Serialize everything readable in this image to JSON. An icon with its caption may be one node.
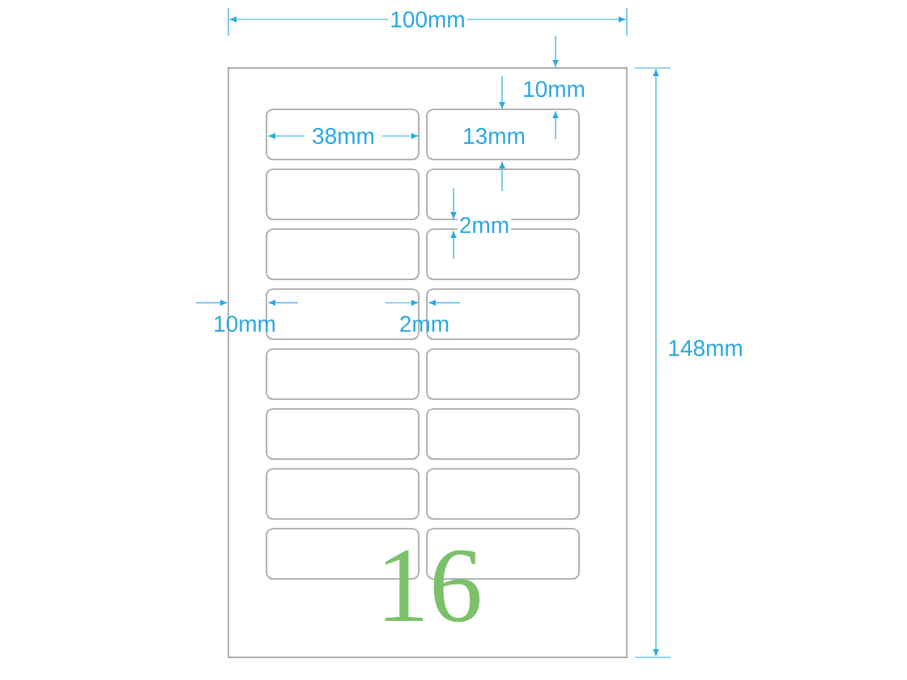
{
  "diagram": {
    "nodes": [
      {
        "text": [],
        "shape": "box"
      },
      {
        "text": [],
        "shape": "box",
        "in": 0
      },
      {
        "text": [],
        "shape": "box",
        "in": 0
      },
      {
        "text": [],
        "shape": "box",
        "in": 0
      },
      {
        "text": [],
        "shape": "box",
        "in": 0
      },
      {
        "text": [],
        "shape": "box",
        "in": 0
      },
      {
        "text": [],
        "shape": "box",
        "in": 0
      },
      {
        "text": [],
        "shape": "box",
        "in": 0
      },
      {
        "text": [],
        "shape": "box",
        "in": 0
      },
      {
        "text": [],
        "shape": "box",
        "in": 0
      },
      {
        "text": [],
        "shape": "box",
        "in": 0
      },
      {
        "text": [],
        "shape": "box",
        "in": 0
      },
      {
        "text": [],
        "shape": "box",
        "in": 0
      },
      {
        "text": [],
        "shape": "box",
        "in": 0
      },
      {
        "text": [],
        "shape": "box",
        "in": 0
      },
      {
        "text": [],
        "shape": "box",
        "in": 0
      },
      {
        "text": [],
        "shape": "box",
        "in": 0
      }
    ],
    "labels": [
      "100mm",
      "10mm",
      "38mm",
      "13mm",
      "2mm",
      "10mm",
      "2mm",
      "148mm",
      "16"
    ]
  }
}
